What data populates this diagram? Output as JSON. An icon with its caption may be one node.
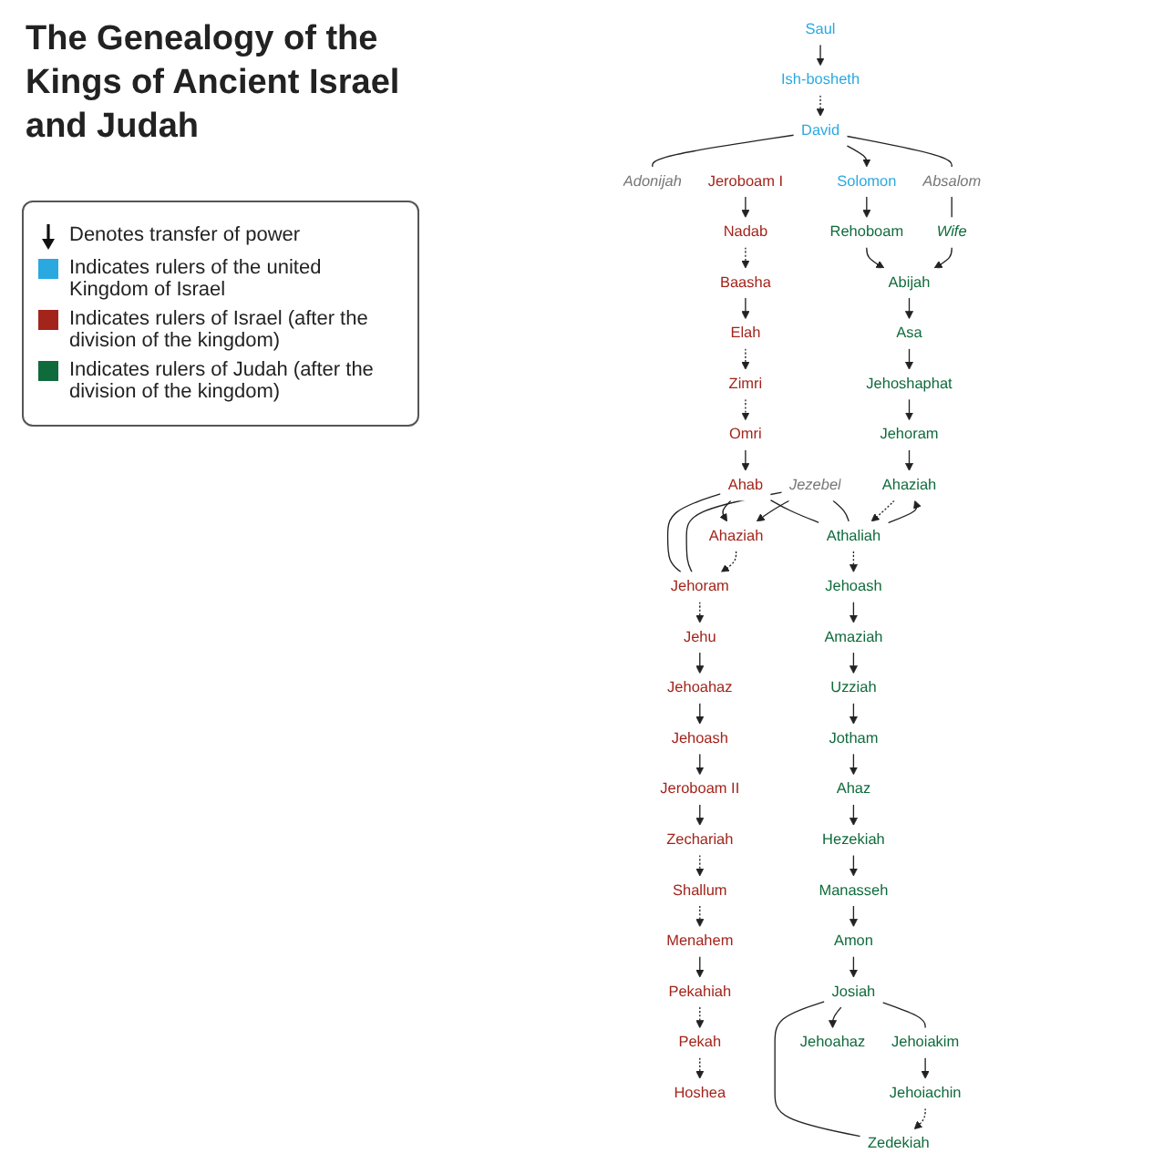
{
  "diagram": {
    "title": "The Genealogy of the Kings of Ancient Israel and Judah",
    "nodes": [
      {
        "text": [
          "Saul"
        ]
      },
      {
        "text": [
          "David"
        ]
      },
      {
        "text": [
          "Ish-bosheth"
        ]
      },
      {
        "text": [
          "Adonijah"
        ]
      },
      {
        "text": [
          "Solomon"
        ]
      },
      {
        "text": [
          "Absalom"
        ]
      },
      {
        "text": [
          "Jeroboam I"
        ]
      },
      {
        "text": [
          "Rehoboam"
        ]
      },
      {
        "text": [
          "Wife"
        ]
      },
      {
        "text": [
          "Nadab"
        ]
      },
      {
        "text": [
          "Baasha"
        ]
      },
      {
        "text": [
          "Abijah"
        ]
      },
      {
        "text": [
          "Elah"
        ]
      },
      {
        "text": [
          "Zimri"
        ]
      },
      {
        "text": [
          "Omri"
        ]
      },
      {
        "text": [
          "Asa"
        ]
      },
      {
        "text": [
          "Ahab"
        ]
      },
      {
        "text": [
          "Jezebel"
        ]
      },
      {
        "text": [
          "Jehoshaphat"
        ]
      },
      {
        "text": [
          "Ahaziah"
        ]
      },
      {
        "text": [
          "Jehoram"
        ]
      },
      {
        "text": [
          "Athaliah"
        ]
      },
      {
        "text": [
          "Jehoram"
        ]
      },
      {
        "text": [
          "Jehu"
        ]
      },
      {
        "text": [
          "Ahaziah"
        ]
      },
      {
        "text": [
          "Jehoash"
        ]
      },
      {
        "text": [
          "Jehoahaz"
        ]
      },
      {
        "text": [
          "Amaziah"
        ]
      },
      {
        "text": [
          "Uzziah"
        ]
      },
      {
        "text": [
          "Jehoash"
        ]
      },
      {
        "text": [
          "Jotham"
        ]
      },
      {
        "text": [
          "Ahaz"
        ]
      },
      {
        "text": [
          "Jeroboam II"
        ]
      },
      {
        "text": [
          "Hezekiah"
        ]
      },
      {
        "text": [
          "Manasseh"
        ]
      },
      {
        "text": [
          "Menahem"
        ]
      },
      {
        "text": [
          "Shallum"
        ]
      },
      {
        "text": [
          "Zechariah"
        ]
      },
      {
        "text": [
          "Amon"
        ]
      },
      {
        "text": [
          "Josiah"
        ]
      },
      {
        "text": [
          "Hoshea"
        ]
      },
      {
        "text": [
          "Pekah"
        ]
      },
      {
        "text": [
          "Pekahiah"
        ]
      },
      {
        "text": [
          "Jehoiakim"
        ]
      },
      {
        "text": [
          "Jehoahaz"
        ]
      },
      {
        "text": [
          "Zedekiah"
        ]
      },
      {
        "text": [
          "Jehoiachin"
        ]
      }
    ],
    "edges": [
      {
        "from": 0,
        "to": 2,
        "arrow": "to"
      },
      {
        "from": 2,
        "to": 1,
        "arrow": "to",
        "style": "dashed"
      },
      {
        "from": 1,
        "to": 3,
        "arrow": "none"
      },
      {
        "from": 1,
        "to": 4,
        "arrow": "to"
      },
      {
        "from": 1,
        "to": 5,
        "arrow": "none"
      },
      {
        "from": 4,
        "to": 7,
        "arrow": "to"
      },
      {
        "from": 5,
        "to": 8,
        "arrow": "none"
      },
      {
        "from": 7,
        "to": 11,
        "arrow": "to"
      },
      {
        "from": 8,
        "to": 11,
        "arrow": "to"
      },
      {
        "from": 11,
        "to": 15,
        "arrow": "to"
      },
      {
        "from": 15,
        "to": 18,
        "arrow": "to"
      },
      {
        "from": 18,
        "to": 22,
        "arrow": "to"
      },
      {
        "from": 6,
        "to": 9,
        "arrow": "to"
      },
      {
        "from": 9,
        "to": 10,
        "arrow": "to",
        "style": "dashed"
      },
      {
        "from": 10,
        "to": 12,
        "arrow": "to"
      },
      {
        "from": 12,
        "to": 13,
        "arrow": "to",
        "style": "dashed"
      },
      {
        "from": 13,
        "to": 14,
        "arrow": "to",
        "style": "dashed"
      },
      {
        "from": 14,
        "to": 16,
        "arrow": "to"
      },
      {
        "from": 16,
        "to": 19,
        "arrow": "to"
      },
      {
        "from": 17,
        "to": 19,
        "arrow": "to"
      },
      {
        "from": 16,
        "to": 20,
        "arrow": "none"
      },
      {
        "from": 17,
        "to": 20,
        "arrow": "none"
      },
      {
        "from": 16,
        "to": 21,
        "arrow": "none"
      },
      {
        "from": 17,
        "to": 21,
        "arrow": "none"
      },
      {
        "from": 19,
        "to": 20,
        "arrow": "to",
        "style": "dashed"
      },
      {
        "from": 20,
        "to": 23,
        "arrow": "to",
        "style": "dashed"
      },
      {
        "from": 21,
        "to": 24,
        "arrow": "to"
      },
      {
        "from": 22,
        "to": 24,
        "arrow": "to"
      },
      {
        "from": 24,
        "to": 21,
        "arrow": "to",
        "style": "dashed"
      },
      {
        "from": 21,
        "to": 25,
        "arrow": "to",
        "style": "dashed"
      },
      {
        "from": 25,
        "to": 27,
        "arrow": "to"
      },
      {
        "from": 27,
        "to": 28,
        "arrow": "to"
      },
      {
        "from": 28,
        "to": 30,
        "arrow": "to"
      },
      {
        "from": 30,
        "to": 31,
        "arrow": "to"
      },
      {
        "from": 31,
        "to": 33,
        "arrow": "to"
      },
      {
        "from": 33,
        "to": 34,
        "arrow": "to"
      },
      {
        "from": 34,
        "to": 38,
        "arrow": "to"
      },
      {
        "from": 38,
        "to": 39,
        "arrow": "to"
      },
      {
        "from": 39,
        "to": 43,
        "arrow": "none"
      },
      {
        "from": 39,
        "to": 44,
        "arrow": "to"
      },
      {
        "from": 39,
        "to": 45,
        "arrow": "none"
      },
      {
        "from": 43,
        "to": 46,
        "arrow": "to"
      },
      {
        "from": 46,
        "to": 45,
        "arrow": "to",
        "style": "dashed"
      },
      {
        "from": 23,
        "to": 26,
        "arrow": "to"
      },
      {
        "from": 26,
        "to": 29,
        "arrow": "to"
      },
      {
        "from": 29,
        "to": 32,
        "arrow": "to"
      },
      {
        "from": 32,
        "to": 37,
        "arrow": "to"
      },
      {
        "from": 37,
        "to": 36,
        "arrow": "to",
        "style": "dashed"
      },
      {
        "from": 36,
        "to": 35,
        "arrow": "to",
        "style": "dashed"
      },
      {
        "from": 35,
        "to": 42,
        "arrow": "to"
      },
      {
        "from": 42,
        "to": 41,
        "arrow": "to",
        "style": "dashed"
      },
      {
        "from": 41,
        "to": 40,
        "arrow": "to",
        "style": "dashed"
      }
    ],
    "legend": [
      {
        "text": "Denotes transfer of power"
      },
      {
        "text": "Indicates rulers of the united Kingdom of Israel",
        "color": "#29a9e0"
      },
      {
        "text": "Indicates rulers of Israel (after the division of the kingdom)",
        "color": "#a3241b"
      },
      {
        "text": "Indicates rulers of Judah (after the division of the kingdom)",
        "color": "#0f6b3c"
      }
    ]
  }
}
